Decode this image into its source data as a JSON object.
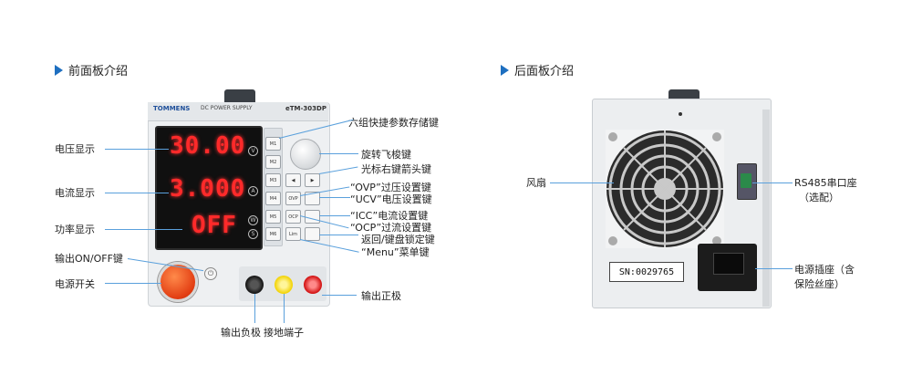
{
  "front_section": {
    "title": "前面板介绍"
  },
  "rear_section": {
    "title": "后面板介绍"
  },
  "device": {
    "brand": "TOMMENS",
    "product": "DC POWER SUPPLY",
    "model": "eTM-303DP",
    "voltage_reading": "30.00",
    "current_reading": "3.000",
    "power_reading": "OFF",
    "unit_labels": [
      "V",
      "A",
      "W",
      "S"
    ],
    "memory_keys": [
      "M1",
      "M2",
      "M3",
      "M4",
      "M5",
      "M6"
    ],
    "function_keys": [
      "OVP",
      "OCP",
      "Lim"
    ],
    "arrow_left": "◀",
    "arrow_right": "▶",
    "serial_number": "SN:0029765"
  },
  "front_labels": {
    "voltage_display": "电压显示",
    "current_display": "电流显示",
    "power_display": "功率显示",
    "output_toggle": "输出ON/OFF键",
    "power_switch": "电源开关",
    "output_negative": "输出负极",
    "ground_terminal": "接地端子",
    "output_positive": "输出正极",
    "memory_keys": "六组快捷参数存储键",
    "rotary_knob": "旋转飞梭键",
    "cursor_keys": "光标右键箭头键",
    "ovp": "“OVP”过压设置键",
    "ucv": "“UCV”电压设置键",
    "icc": "“ICC”电流设置键",
    "ocp": "“OCP”过流设置键",
    "return_lock": "返回/键盘锁定键",
    "menu": "“Menu”菜单键"
  },
  "rear_labels": {
    "fan": "风扇",
    "rs485_line1": "RS485串口座",
    "rs485_line2": "（选配）",
    "socket_line1": "电源插座（含",
    "socket_line2": "保险丝座）"
  },
  "colors": {
    "accent": "#1e6fc0",
    "leader_line": "#5aa0dc",
    "led": "#ff2a2a",
    "power_button": "#e23d12"
  }
}
